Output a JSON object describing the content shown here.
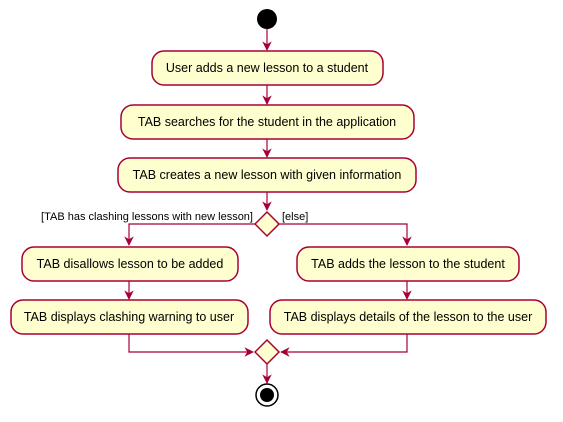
{
  "activities": {
    "add_lesson": "User adds a new lesson to a student",
    "search_student": "TAB searches for the student in the application",
    "create_lesson": "TAB creates a new lesson with given information",
    "disallow": "TAB disallows lesson to be added",
    "warn": "TAB displays clashing warning to user",
    "add_to_student": "TAB adds the lesson to the student",
    "display_details": "TAB displays details of the lesson to the user"
  },
  "guards": {
    "clash": "[TAB has clashing lessons with new lesson]",
    "else": "[else]"
  },
  "colors": {
    "activity_fill": "#FEFECE",
    "border": "#A80036",
    "start_end": "#000000"
  }
}
